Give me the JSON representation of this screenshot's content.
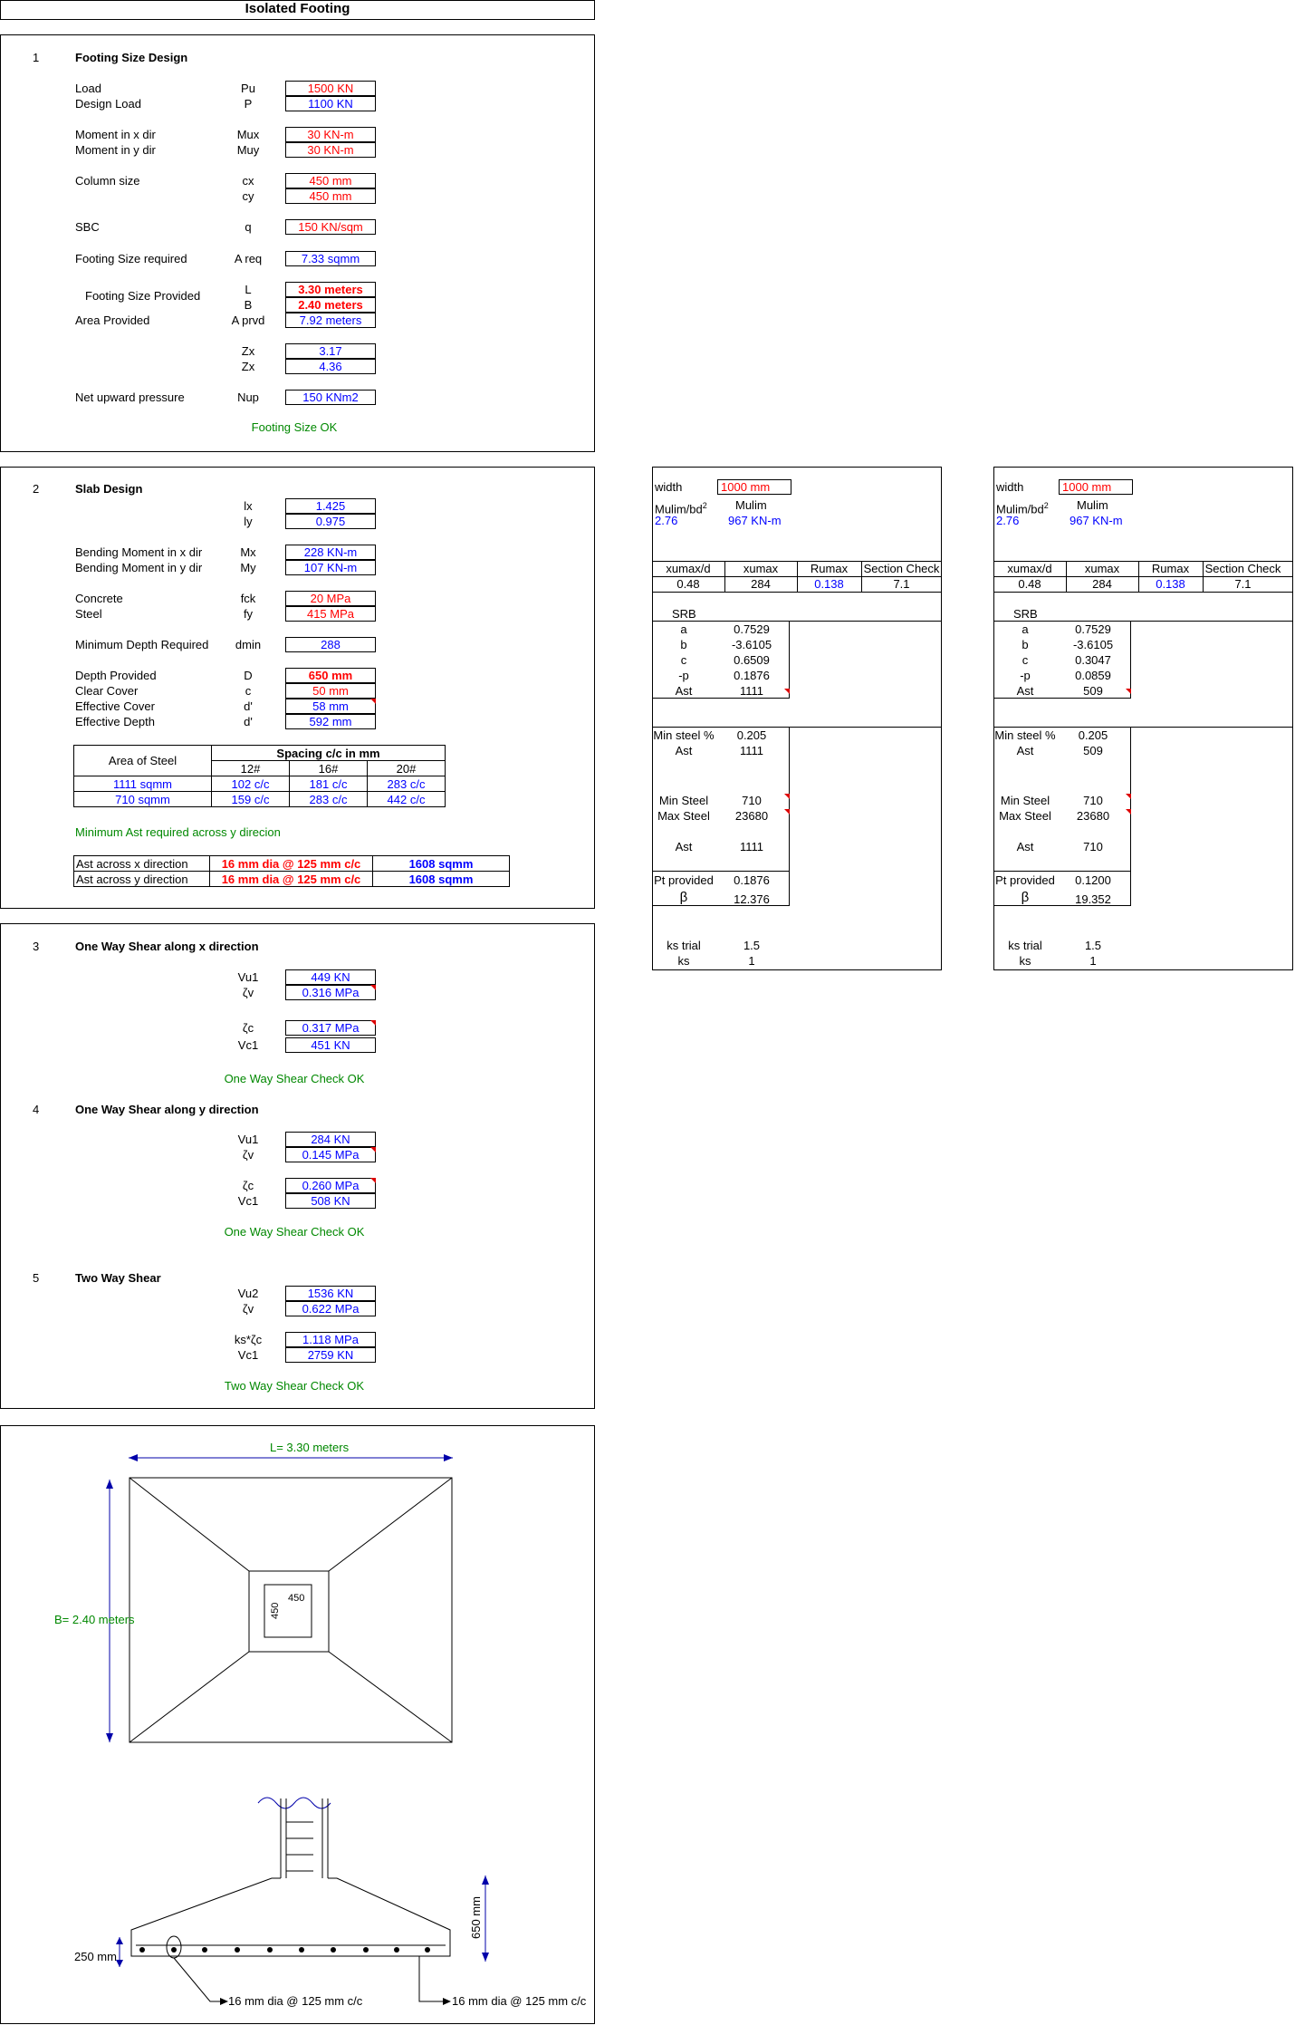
{
  "title": "Isolated Footing",
  "s1": {
    "num": "1",
    "heading": "Footing Size Design",
    "load": "Load",
    "pu": "Pu",
    "pu_v": "1500 KN",
    "design_load": "Design Load",
    "p": "P",
    "p_v": "1100 KN",
    "mx_lbl": "Moment in x dir",
    "mux": "Mux",
    "mux_v": "30 KN-m",
    "my_lbl": "Moment in y dir",
    "muy": "Muy",
    "muy_v": "30 KN-m",
    "col_lbl": "Column size",
    "cx": "cx",
    "cx_v": "450 mm",
    "cy": "cy",
    "cy_v": "450 mm",
    "sbc": "SBC",
    "q": "q",
    "q_v": "150 KN/sqm",
    "freq_lbl": "Footing Size required",
    "areq": "A req",
    "areq_v": "7.33 sqmm",
    "fprov_lbl": "Footing Size Provided",
    "L": "L",
    "L_v": "3.30 meters",
    "B": "B",
    "B_v": "2.40 meters",
    "area_lbl": "Area Provided",
    "aprvd": "A prvd",
    "aprvd_v": "7.92 meters",
    "zx1": "Zx",
    "zx1_v": "3.17",
    "zx2": "Zx",
    "zx2_v": "4.36",
    "nup_lbl": "Net upward pressure",
    "nup": "Nup",
    "nup_v": "150 KNm2",
    "ok": "Footing Size OK"
  },
  "s2": {
    "num": "2",
    "heading": "Slab Design",
    "lx": "lx",
    "lx_v": "1.425",
    "ly": "ly",
    "ly_v": "0.975",
    "bmx_lbl": "Bending Moment in x dir",
    "mx": "Mx",
    "mx_v": "228 KN-m",
    "bmy_lbl": "Bending Moment in y dir",
    "my": "My",
    "my_v": "107 KN-m",
    "conc": "Concrete",
    "fck": "fck",
    "fck_v": "20 MPa",
    "steel": "Steel",
    "fy": "fy",
    "fy_v": "415 MPa",
    "dmin_lbl": "Minimum Depth Required",
    "dmin": "dmin",
    "dmin_v": "288",
    "dprov_lbl": "Depth Provided",
    "D": "D",
    "D_v": "650 mm",
    "cc_lbl": "Clear Cover",
    "c": "c",
    "c_v": "50 mm",
    "ec_lbl": "Effective Cover",
    "d1": "d'",
    "d1_v": "58 mm",
    "ed_lbl": "Effective Depth",
    "d2": "d'",
    "d2_v": "592 mm",
    "tbl": {
      "area_hdr": "Area of Steel",
      "spacing_hdr": "Spacing c/c in mm",
      "cols": [
        "12#",
        "16#",
        "20#"
      ],
      "rows": [
        [
          "1111 sqmm",
          "102 c/c",
          "181 c/c",
          "283 c/c"
        ],
        [
          "710 sqmm",
          "159 c/c",
          "283 c/c",
          "442 c/c"
        ]
      ]
    },
    "min_ast": "Minimum Ast required across y direcion",
    "ast": [
      {
        "lbl": "Ast across x direction",
        "dia": "16 mm dia @ 125 mm c/c",
        "area": "1608 sqmm"
      },
      {
        "lbl": "Ast across y direction",
        "dia": "16 mm dia @ 125 mm c/c",
        "area": "1608 sqmm"
      }
    ]
  },
  "s3": {
    "num": "3",
    "heading": "One Way Shear along x direction",
    "vu1": "Vu1",
    "vu1_v": "449 KN",
    "tv": "ζv",
    "tv_v": "0.316 MPa",
    "tc": "ζc",
    "tc_v": "0.317 MPa",
    "vc1": "Vc1",
    "vc1_v": "451 KN",
    "ok": "One Way Shear Check OK"
  },
  "s4": {
    "num": "4",
    "heading": "One Way Shear along y direction",
    "vu1": "Vu1",
    "vu1_v": "284 KN",
    "tv": "ζv",
    "tv_v": "0.145 MPa",
    "tc": "ζc",
    "tc_v": "0.260 MPa",
    "vc1": "Vc1",
    "vc1_v": "508 KN",
    "ok": "One Way Shear Check OK"
  },
  "s5": {
    "num": "5",
    "heading": "Two Way Shear",
    "vu2": "Vu2",
    "vu2_v": "1536 KN",
    "tv": "ζv",
    "tv_v": "0.622 MPa",
    "kstc": "ks*ζc",
    "kstc_v": "1.118 MPa",
    "vc1": "Vc1",
    "vc1_v": "2759 KN",
    "ok": "Two Way Shear Check OK"
  },
  "panels": [
    {
      "width_lbl": "width",
      "width_v": "1000 mm",
      "mulimbd": "Mulim/bd",
      "mulimbd_sup": "2",
      "mulim_lbl": "Mulim",
      "mulimbd_v": "2.76",
      "mulim_v": "967 KN-m",
      "hdr": [
        "xumax/d",
        "xumax",
        "Rumax",
        "Section Check"
      ],
      "row": [
        "0.48",
        "284",
        "0.138",
        "7.1"
      ],
      "srb": "SRB",
      "a": "0.7529",
      "b": "-3.6105",
      "c": "0.6509",
      "p": "0.1876",
      "ast": "1111",
      "minsteel": "0.205",
      "ast2": "1111",
      "min": "710",
      "max": "23680",
      "ast3": "1111",
      "pt": "0.1876",
      "beta": "12.376",
      "ks_trial": "1.5",
      "ks": "1"
    },
    {
      "width_lbl": "width",
      "width_v": "1000 mm",
      "mulimbd": "Mulim/bd",
      "mulimbd_sup": "2",
      "mulim_lbl": "Mulim",
      "mulimbd_v": "2.76",
      "mulim_v": "967 KN-m",
      "hdr": [
        "xumax/d",
        "xumax",
        "Rumax",
        "Section Check"
      ],
      "row": [
        "0.48",
        "284",
        "0.138",
        "7.1"
      ],
      "srb": "SRB",
      "a": "0.7529",
      "b": "-3.6105",
      "c": "0.3047",
      "p": "0.0859",
      "ast": "509",
      "minsteel": "0.205",
      "ast2": "509",
      "min": "710",
      "max": "23680",
      "ast3": "710",
      "pt": "0.1200",
      "beta": "19.352",
      "ks_trial": "1.5",
      "ks": "1"
    }
  ],
  "plabels": {
    "a": "a",
    "b": "b",
    "c": "c",
    "p": "-p",
    "ast": "Ast",
    "minsteel": "Min steel %",
    "min": "Min Steel",
    "max": "Max Steel",
    "pt": "Pt provided",
    "beta": "β",
    "ks_trial": "ks trial",
    "ks": "ks"
  },
  "drawing": {
    "L": "L= 3.30 meters",
    "B": "B= 2.40 meters",
    "col_w": "450",
    "col_h": "450",
    "depth": "650 mm",
    "edge": "250 mm",
    "bar1": "16 mm dia @ 125 mm c/c",
    "bar2": "16 mm dia @ 125 mm c/c"
  }
}
